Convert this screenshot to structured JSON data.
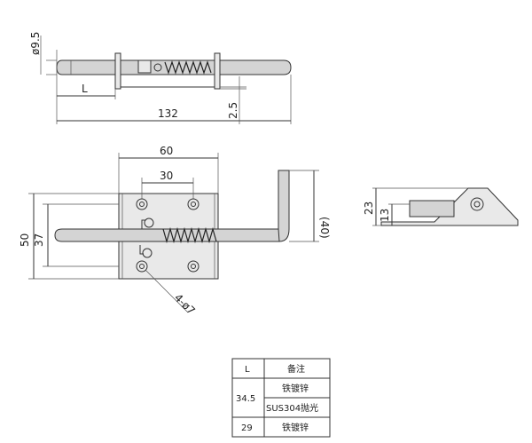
{
  "top_view": {
    "dia_label": "ø9.5",
    "len_label": "L",
    "total_label": "132",
    "offset_label": "2.5"
  },
  "front_view": {
    "width_label": "60",
    "hole_span_label": "30",
    "height_label": "50",
    "inner_label": "37",
    "handle_label": "(40)",
    "hole_label": "4-ø7"
  },
  "side_view": {
    "height_label": "23",
    "inner_label": "13"
  },
  "table": {
    "headers": [
      "L",
      "备注"
    ],
    "rows": [
      {
        "l": "34.5",
        "notes": [
          "铁镀锌",
          "SUS304抛光"
        ]
      },
      {
        "l": "29",
        "notes": [
          "铁镀锌"
        ]
      }
    ]
  }
}
